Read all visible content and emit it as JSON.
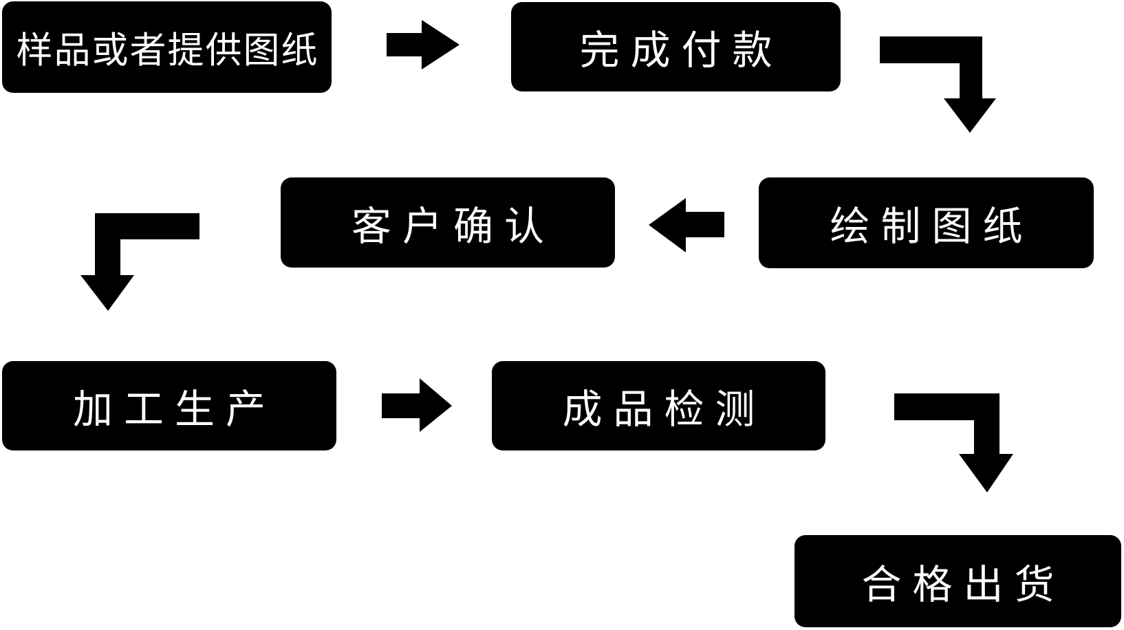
{
  "diagram": {
    "type": "flowchart",
    "background_color": "#ffffff",
    "node_fill_color": "#000000",
    "node_text_color": "#ffffff",
    "arrow_color": "#000000",
    "nodes": [
      {
        "id": "sample-or-drawing",
        "label": "样品或者提供图纸"
      },
      {
        "id": "payment",
        "label": "完成付款"
      },
      {
        "id": "draw-drawing",
        "label": "绘制图纸"
      },
      {
        "id": "customer-confirm",
        "label": "客户确认"
      },
      {
        "id": "production",
        "label": "加工生产"
      },
      {
        "id": "inspection",
        "label": "成品检测"
      },
      {
        "id": "shipment",
        "label": "合格出货"
      }
    ],
    "edges": [
      {
        "from": "样品或者提供图纸",
        "to": "完成付款",
        "shape": "straight-right-arrow"
      },
      {
        "from": "完成付款",
        "to": "绘制图纸",
        "shape": "elbow-right-then-down-arrow"
      },
      {
        "from": "绘制图纸",
        "to": "客户确认",
        "shape": "straight-left-arrow"
      },
      {
        "from": "客户确认",
        "to": "加工生产",
        "shape": "elbow-left-then-down-arrow"
      },
      {
        "from": "加工生产",
        "to": "成品检测",
        "shape": "straight-right-arrow"
      },
      {
        "from": "成品检测",
        "to": "合格出货",
        "shape": "elbow-right-then-down-arrow"
      }
    ]
  }
}
